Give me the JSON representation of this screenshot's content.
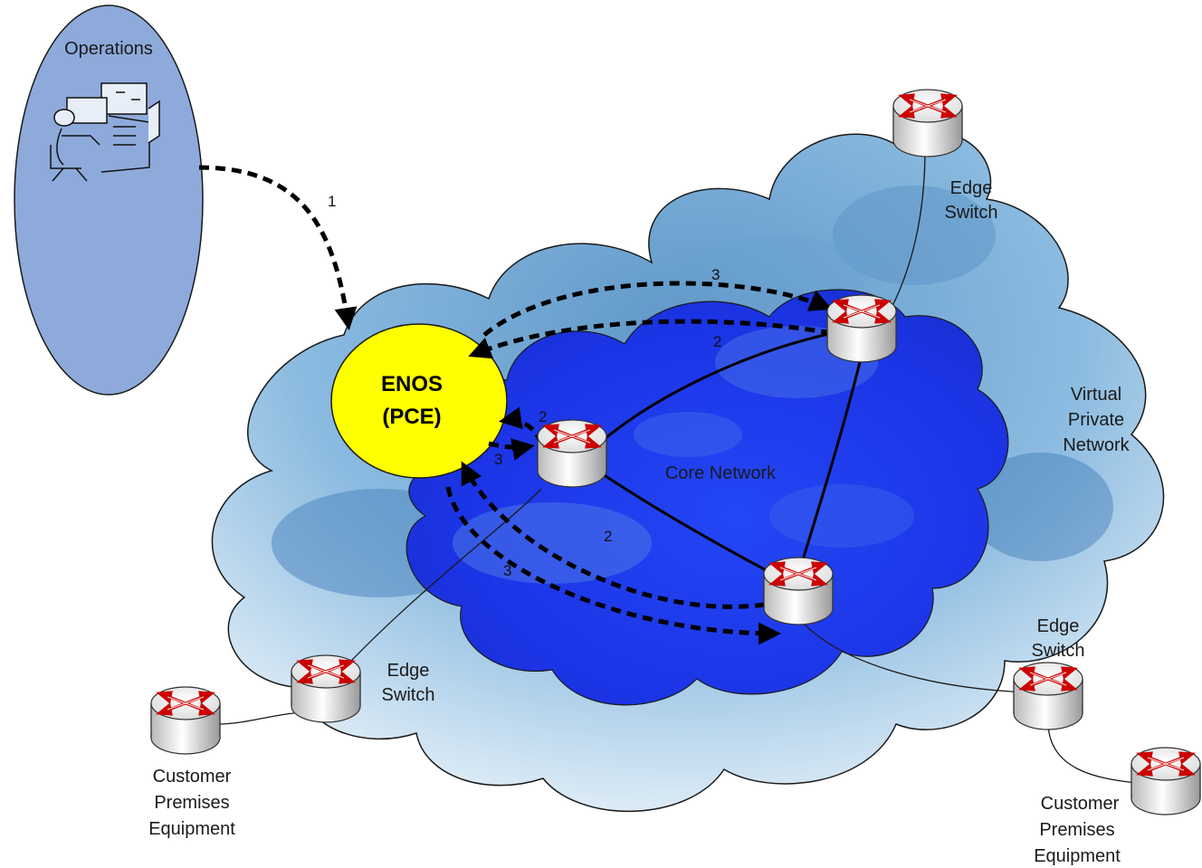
{
  "operations": {
    "label": "Operations",
    "icon": "operator-console-icon"
  },
  "enos": {
    "line1": "ENOS",
    "line2": "(PCE)"
  },
  "clouds": {
    "vpn": {
      "line1": "Virtual",
      "line2": "Private",
      "line3": "Network"
    },
    "core": {
      "label": "Core Network"
    }
  },
  "edge_switches": {
    "top_right": {
      "line1": "Edge",
      "line2": "Switch"
    },
    "bottom_left": {
      "line1": "Edge",
      "line2": "Switch"
    },
    "bottom_right": {
      "line1": "Edge",
      "line2": "Switch"
    }
  },
  "cpe": {
    "left": {
      "line1": "Customer",
      "line2": "Premises",
      "line3": "Equipment"
    },
    "right": {
      "line1": "Customer",
      "line2": "Premises",
      "line3": "Equipment"
    }
  },
  "steps": {
    "ops_to_enos": "1",
    "top_send": "3",
    "top_return": "2",
    "mid_return": "2",
    "mid_send": "3",
    "low_return": "2",
    "low_send": "3"
  },
  "colors": {
    "operations_fill": "#8eaadb",
    "enos_fill": "#ffff00",
    "vpn_cloud": "#7fb3d8",
    "core_cloud": "#1f3ef0",
    "router_arrow": "#cc0000"
  }
}
